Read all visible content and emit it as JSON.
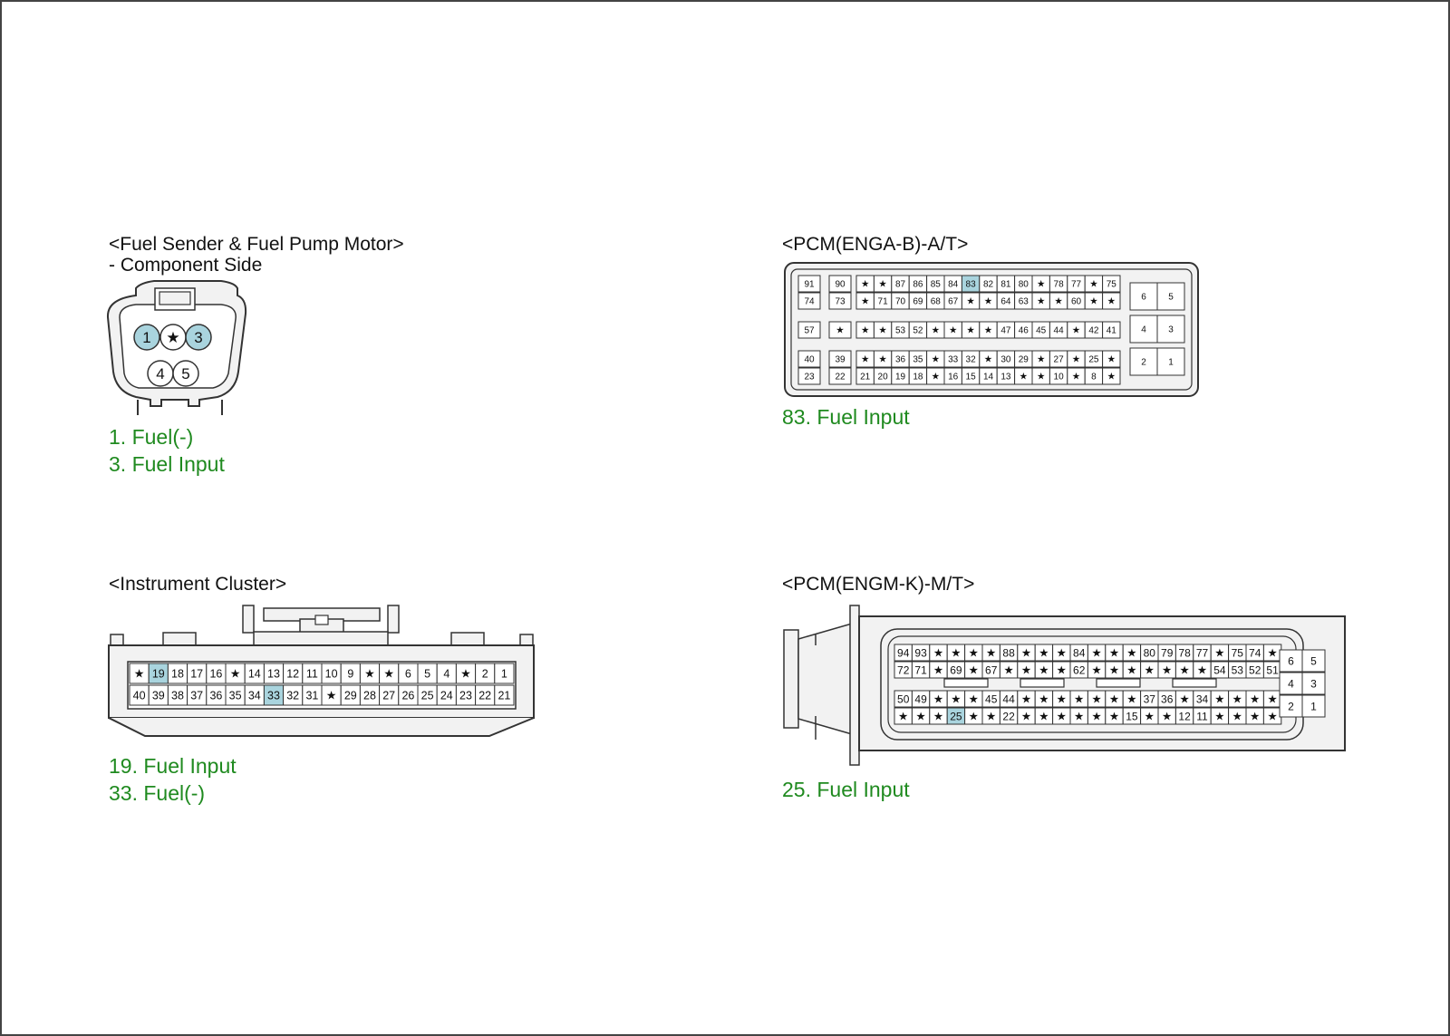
{
  "fuel_sender": {
    "title": "<Fuel Sender & Fuel Pump Motor>",
    "subtitle": "- Component Side",
    "pins_top": [
      "1",
      "★",
      "3"
    ],
    "pins_bottom": [
      "4",
      "5"
    ],
    "highlighted": [
      "1",
      "3"
    ],
    "notes": [
      "1. Fuel(-)",
      "3. Fuel Input"
    ]
  },
  "pcm_a": {
    "title": "<PCM(ENGA-B)-A/T>",
    "left_col1": [
      [
        "91",
        "74"
      ],
      [
        "57"
      ],
      [
        "40",
        "23"
      ]
    ],
    "left_col2": [
      [
        "90",
        "73"
      ],
      [
        "★"
      ],
      [
        "39",
        "22"
      ]
    ],
    "main_rows": [
      [
        "★",
        "★",
        "87",
        "86",
        "85",
        "84",
        "83",
        "82",
        "81",
        "80",
        "★",
        "78",
        "77",
        "★",
        "75"
      ],
      [
        "★",
        "71",
        "70",
        "69",
        "68",
        "67",
        "★",
        "★",
        "64",
        "63",
        "★",
        "★",
        "60",
        "★",
        "★"
      ],
      [
        "★",
        "★",
        "53",
        "52",
        "★",
        "★",
        "★",
        "★",
        "47",
        "46",
        "45",
        "44",
        "★",
        "42",
        "41"
      ],
      [
        "★",
        "★",
        "36",
        "35",
        "★",
        "33",
        "32",
        "★",
        "30",
        "29",
        "★",
        "27",
        "★",
        "25",
        "★"
      ],
      [
        "21",
        "20",
        "19",
        "18",
        "★",
        "16",
        "15",
        "14",
        "13",
        "★",
        "★",
        "10",
        "★",
        "8",
        "★"
      ]
    ],
    "right_grid": [
      [
        "6",
        "5"
      ],
      [
        "4",
        "3"
      ],
      [
        "2",
        "1"
      ]
    ],
    "highlighted": [
      "83"
    ],
    "notes": [
      "83. Fuel Input"
    ]
  },
  "cluster": {
    "title": "<Instrument Cluster>",
    "row_top": [
      "★",
      "19",
      "18",
      "17",
      "16",
      "★",
      "14",
      "13",
      "12",
      "11",
      "10",
      "9",
      "★",
      "★",
      "6",
      "5",
      "4",
      "★",
      "2",
      "1"
    ],
    "row_bottom": [
      "40",
      "39",
      "38",
      "37",
      "36",
      "35",
      "34",
      "33",
      "32",
      "31",
      "★",
      "29",
      "28",
      "27",
      "26",
      "25",
      "24",
      "23",
      "22",
      "21"
    ],
    "highlighted": [
      "19",
      "33"
    ],
    "notes": [
      "19. Fuel Input",
      "33. Fuel(-)"
    ]
  },
  "pcm_m": {
    "title": "<PCM(ENGM-K)-M/T>",
    "rows": [
      [
        "94",
        "93",
        "★",
        "★",
        "★",
        "★",
        "88",
        "★",
        "★",
        "★",
        "84",
        "★",
        "★",
        "★",
        "80",
        "79",
        "78",
        "77",
        "★",
        "75",
        "74",
        "★"
      ],
      [
        "72",
        "71",
        "★",
        "69",
        "★",
        "67",
        "★",
        "★",
        "★",
        "★",
        "62",
        "★",
        "★",
        "★",
        "★",
        "★",
        "★",
        "★",
        "54",
        "53",
        "52",
        "51"
      ],
      [
        "50",
        "49",
        "★",
        "★",
        "★",
        "45",
        "44",
        "★",
        "★",
        "★",
        "★",
        "★",
        "★",
        "★",
        "37",
        "36",
        "★",
        "34",
        "★",
        "★",
        "★",
        "★"
      ],
      [
        "★",
        "★",
        "★",
        "25",
        "★",
        "★",
        "22",
        "★",
        "★",
        "★",
        "★",
        "★",
        "★",
        "15",
        "★",
        "★",
        "12",
        "11",
        "★",
        "★",
        "★",
        "★"
      ]
    ],
    "right_grid": [
      [
        "6",
        "5"
      ],
      [
        "4",
        "3"
      ],
      [
        "2",
        "1"
      ]
    ],
    "highlighted": [
      "25"
    ],
    "notes": [
      "25. Fuel Input"
    ]
  },
  "colors": {
    "highlight": "#a9d4de",
    "note": "#1f8a1f",
    "body": "#f2f2f2",
    "outline": "#333333"
  }
}
